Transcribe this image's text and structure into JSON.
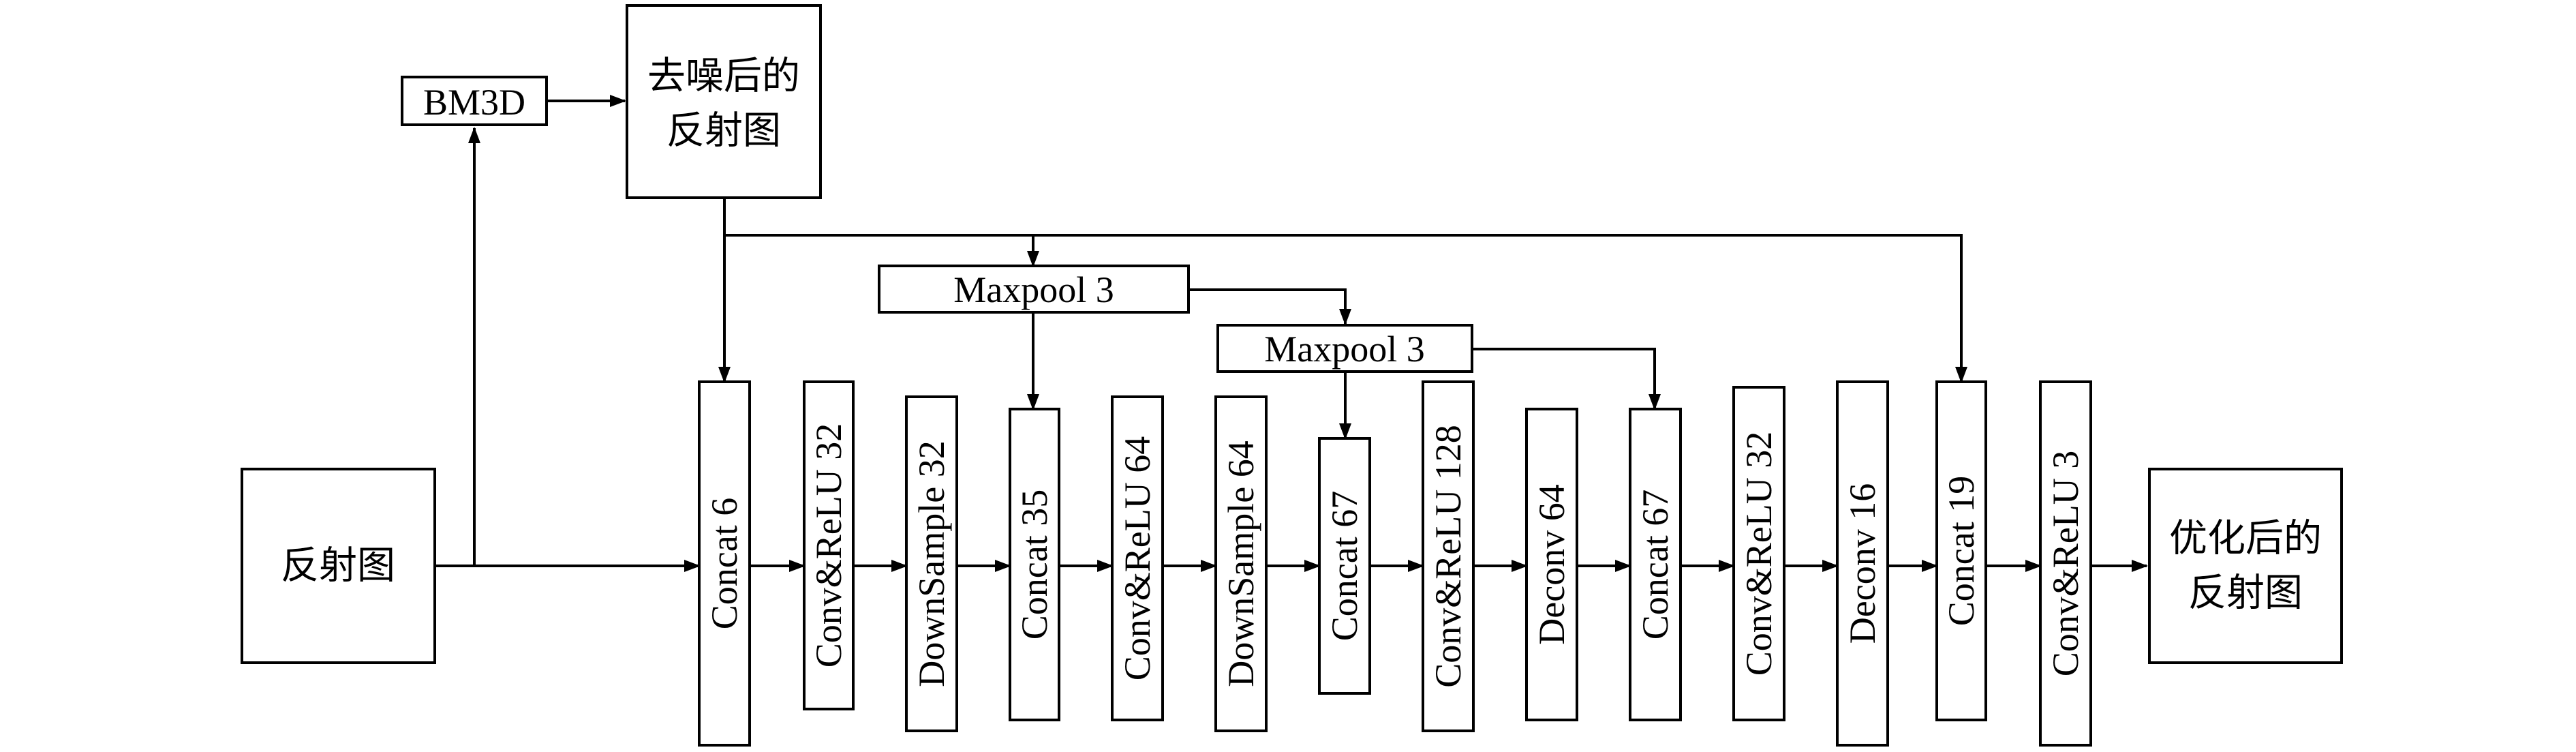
{
  "input": {
    "reflection_map": "反射图"
  },
  "bm3d": {
    "label": "BM3D"
  },
  "denoised": {
    "line1": "去噪后的",
    "line2": "反射图"
  },
  "output": {
    "line1": "优化后的",
    "line2": "反射图"
  },
  "pools": [
    {
      "label": "Maxpool 3"
    },
    {
      "label": "Maxpool 3"
    }
  ],
  "layers": [
    {
      "label": "Concat 6"
    },
    {
      "label": "Conv&ReLU 32"
    },
    {
      "label": "DownSample 32"
    },
    {
      "label": "Concat 35"
    },
    {
      "label": "Conv&ReLU 64"
    },
    {
      "label": "DownSample 64"
    },
    {
      "label": "Concat 67"
    },
    {
      "label": "Conv&ReLU 128"
    },
    {
      "label": "Deconv 64"
    },
    {
      "label": "Concat 67"
    },
    {
      "label": "Conv&ReLU 32"
    },
    {
      "label": "Deconv 16"
    },
    {
      "label": "Concat 19"
    },
    {
      "label": "Conv&ReLU 3"
    }
  ]
}
